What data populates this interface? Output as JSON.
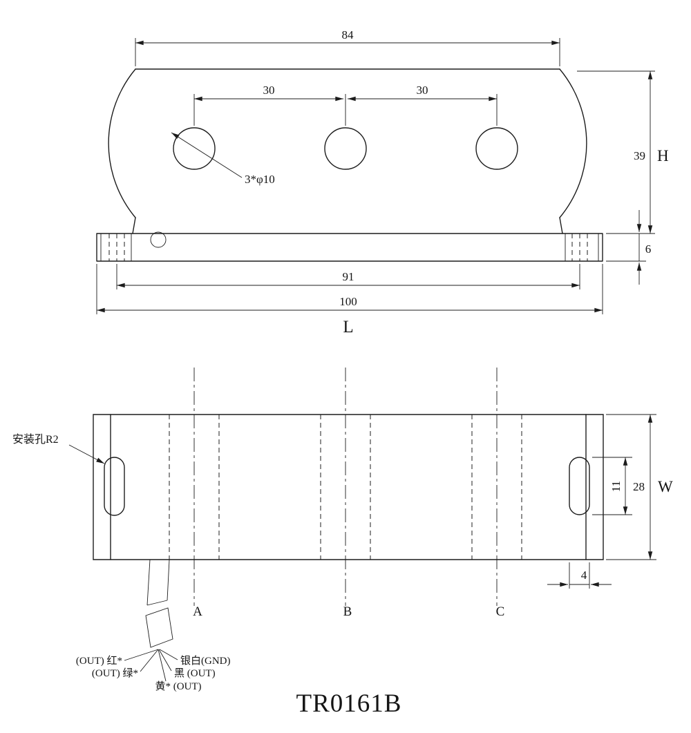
{
  "title": "TR0161B",
  "colors": {
    "background": "#ffffff",
    "ink": "#1c1c1c"
  },
  "front_view": {
    "dim_84": "84",
    "dim_30_a": "30",
    "dim_30_b": "30",
    "hole_callout": "3*φ10",
    "dim_39": "39",
    "sym_H": "H",
    "dim_6": "6",
    "dim_91": "91",
    "dim_100": "100",
    "sym_L": "L"
  },
  "plan_view": {
    "mounting_hole_label": "安装孔R2",
    "dim_11": "11",
    "dim_28": "28",
    "sym_W": "W",
    "dim_4": "4",
    "sections": {
      "a": "A",
      "b": "B",
      "c": "C"
    }
  },
  "wires": {
    "red": "(OUT) 红*",
    "green": "(OUT) 绿*",
    "yellow": "黄* (OUT)",
    "silver_white": "银白(GND)",
    "black": "黑 (OUT)"
  }
}
